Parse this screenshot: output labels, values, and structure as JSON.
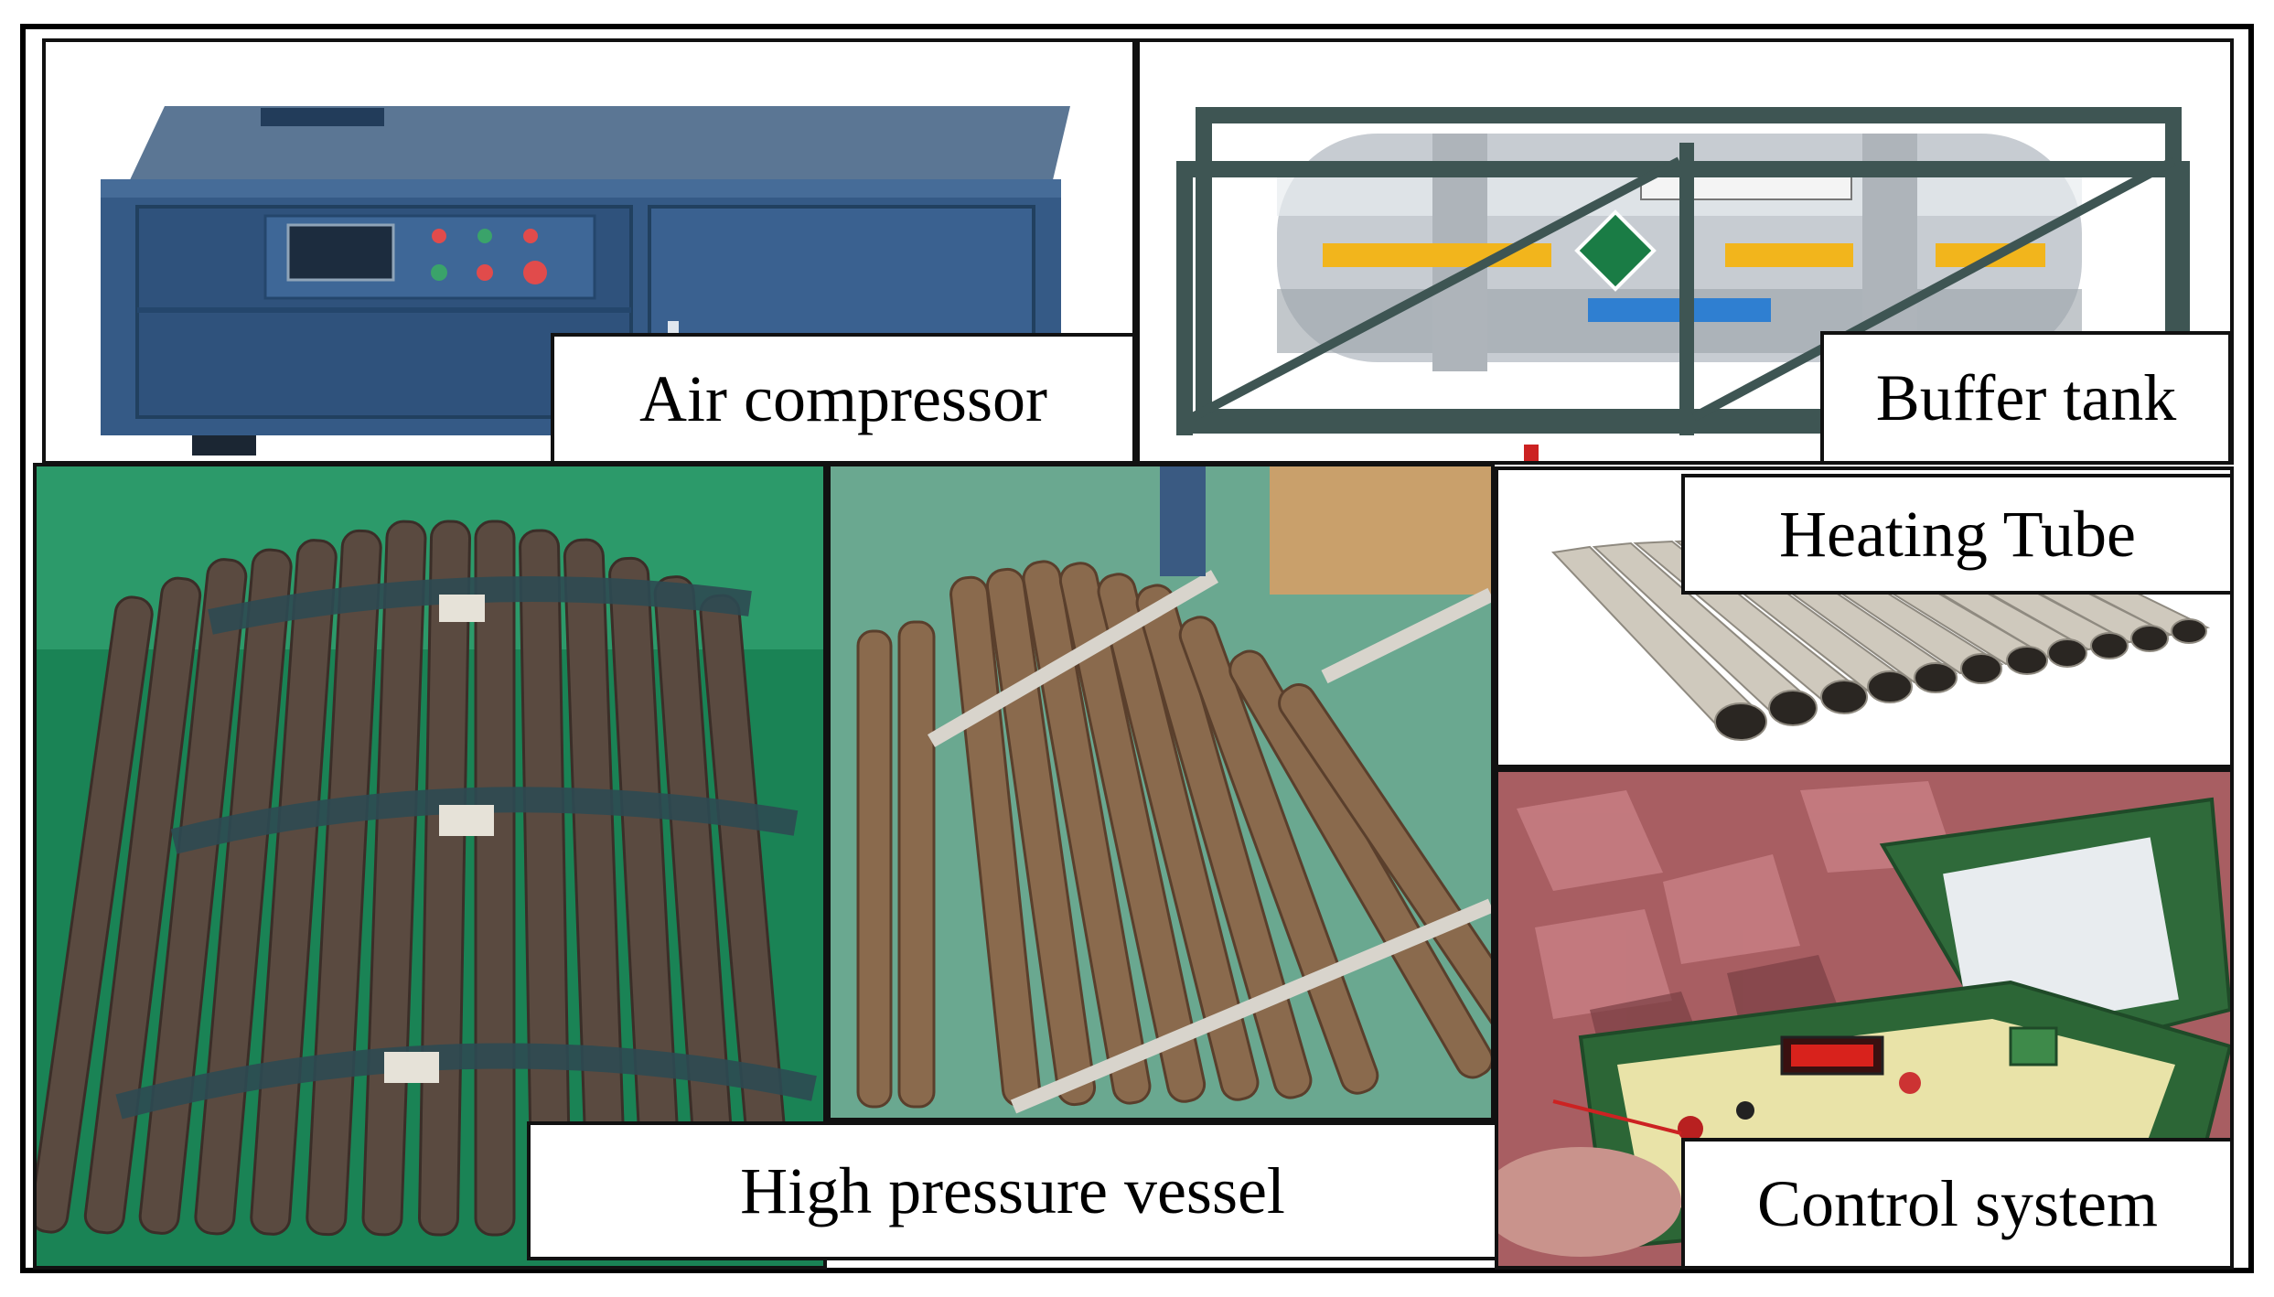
{
  "labels": {
    "air_compressor": "Air compressor",
    "buffer_tank": "Buffer tank",
    "heating_tube": "Heating Tube",
    "high_pressure_vessel": "High pressure vessel",
    "control_system": "Control system"
  }
}
